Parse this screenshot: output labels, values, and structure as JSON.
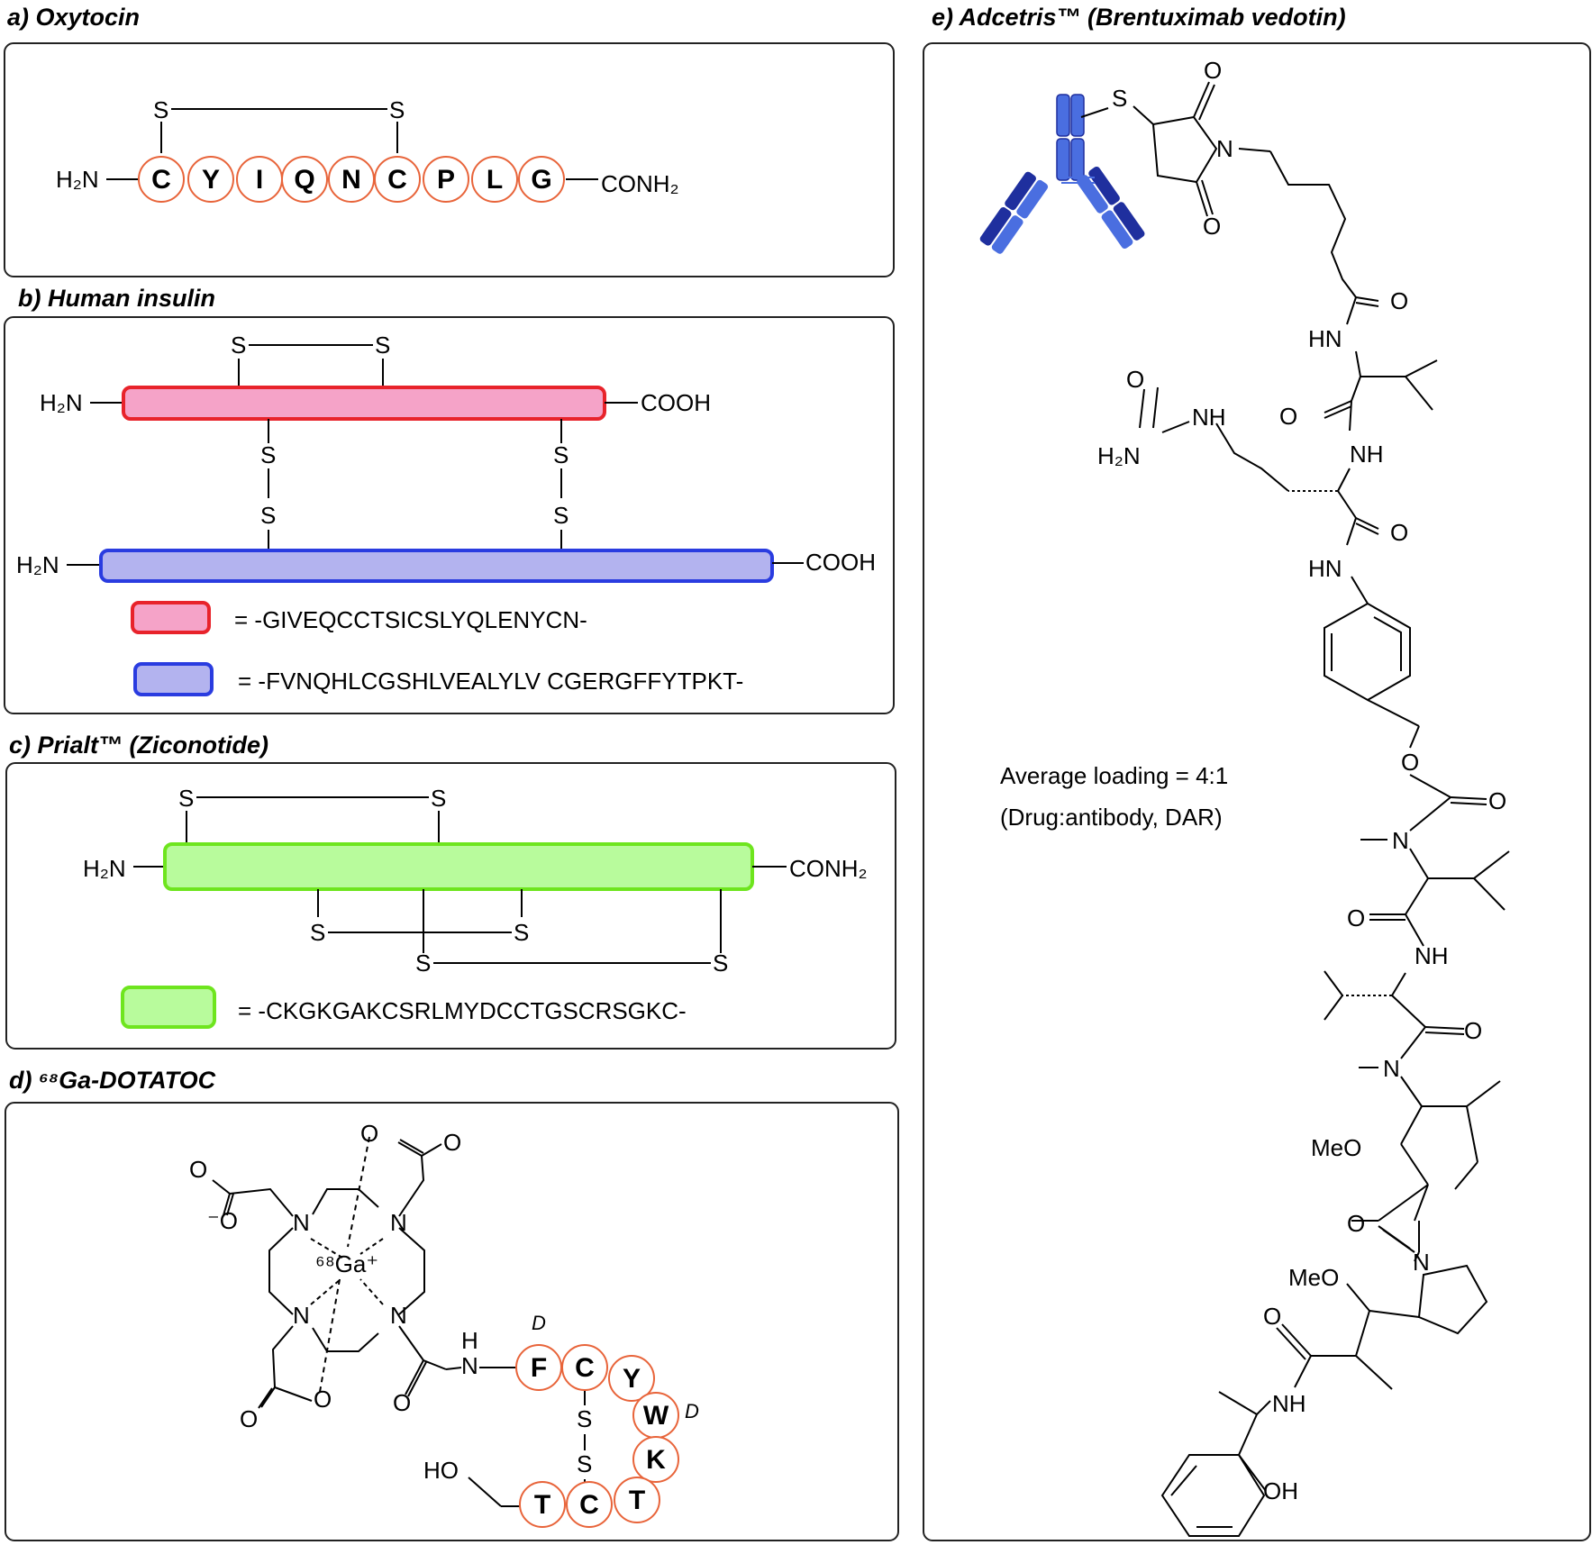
{
  "panels": {
    "a": {
      "title": "a) Oxytocin",
      "n_term": "H₂N",
      "c_term": "CONH₂",
      "residues": [
        "C",
        "Y",
        "I",
        "Q",
        "N",
        "C",
        "P",
        "L",
        "G"
      ],
      "sulfur": "S"
    },
    "b": {
      "title": "b) Human insulin",
      "chain_a": {
        "n_term": "H₂N",
        "c_term": "COOH",
        "sequence": "= -GIVEQCCTSICSLYQLENYCN-",
        "color": "#f5a3c8",
        "border": "#e8232b"
      },
      "chain_b": {
        "n_term": "H₂N",
        "c_term": "COOH",
        "sequence": "= -FVNQHLCGSHLVEALYLV CGERGFFYTPKT-",
        "color": "#b3b3ef",
        "border": "#2a3ce0"
      },
      "sulfur": "S"
    },
    "c": {
      "title": "c) Prialt™ (Ziconotide)",
      "n_term": "H₂N",
      "c_term": "CONH₂",
      "sequence": "= -CKGKGAKCSRLMYDCCTGSCRSGKC-",
      "color": "#b8fb9c",
      "border": "#6ee51e",
      "sulfur": "S"
    },
    "d": {
      "title": "d) ⁶⁸Ga-DOTATOC",
      "metal": "⁶⁸Ga⁺",
      "atoms": {
        "N": "N",
        "O": "O",
        "O_minus": "⁻O",
        "H": "H",
        "HO": "HO",
        "S": "S",
        "D": "D"
      },
      "residues": [
        "F",
        "C",
        "Y",
        "W",
        "K",
        "T",
        "C",
        "T"
      ]
    },
    "e": {
      "title": "e) Adcetris™ (Brentuximab vedotin)",
      "note_line1": "Average loading = 4:1",
      "note_line2": "(Drug:antibody, DAR)",
      "atoms": {
        "S": "S",
        "O": "O",
        "N": "N",
        "HN": "HN",
        "NH": "NH",
        "H2N": "H₂N",
        "MeO": "MeO",
        "OH": "OH"
      },
      "antibody_colors": [
        "#4a6ee0",
        "#1f2f9e"
      ]
    }
  }
}
